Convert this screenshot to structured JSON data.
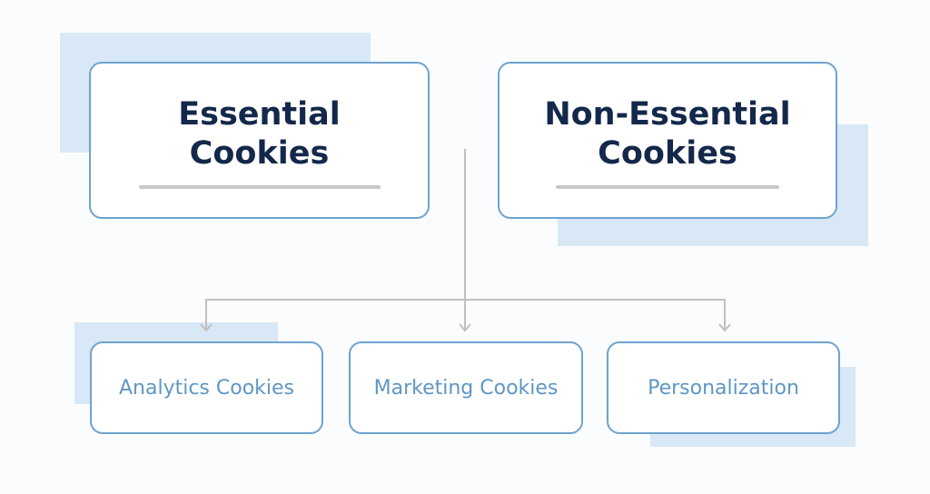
{
  "diagram": {
    "top_boxes": [
      {
        "title": "Essential\nCookies"
      },
      {
        "title": "Non-Essential\nCookies"
      }
    ],
    "bottom_boxes": [
      {
        "label": "Analytics Cookies"
      },
      {
        "label": "Marketing Cookies"
      },
      {
        "label": "Personalization"
      }
    ],
    "colors": {
      "box_border": "#6ea3cf",
      "shadow": "#d8e8f6",
      "title_text": "#14284b",
      "label_text": "#5f97c4",
      "connector": "#c0c0c0"
    }
  }
}
